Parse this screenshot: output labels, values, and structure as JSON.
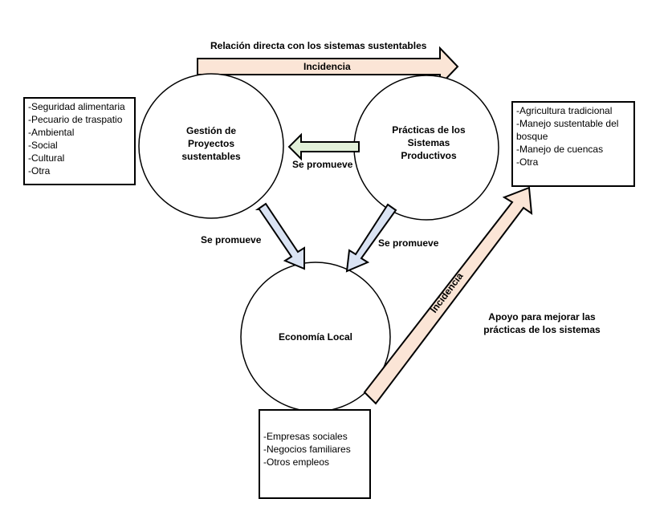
{
  "top_caption": "Relación directa con los sistemas sustentables",
  "top_arrow_label": "Incidencia",
  "diagonal_arrow_label": "Incidencia",
  "middle_arrow_label": "Se promueve",
  "left_arrow_label": "Se promueve",
  "right_arrow_label": "Se promueve",
  "support_caption": [
    "Apoyo para mejorar las",
    "prácticas de los sistemas"
  ],
  "circles": {
    "gestion": [
      "Gestión de",
      "Proyectos",
      "sustentables"
    ],
    "practicas": [
      "Prácticas de los",
      "Sistemas",
      "Productivos"
    ],
    "economia": [
      "Economía Local"
    ]
  },
  "boxes": {
    "left": [
      "-Seguridad alimentaria",
      "-Pecuario de traspatio",
      "-Ambiental",
      "-Social",
      "-Cultural",
      "-Otra"
    ],
    "right": [
      "-Agricultura tradicional",
      "-Manejo sustentable del",
      "bosque",
      "-Manejo de cuencas",
      "-Otra"
    ],
    "bottom": [
      "-Empresas sociales",
      "-Negocios familiares",
      "-Otros empleos"
    ]
  },
  "colors": {
    "incidencia_fill": "#fbe5d6",
    "promueve_green_fill": "#e2f0d9",
    "promueve_blue_fill": "#dae3f3",
    "stroke": "#000000"
  }
}
